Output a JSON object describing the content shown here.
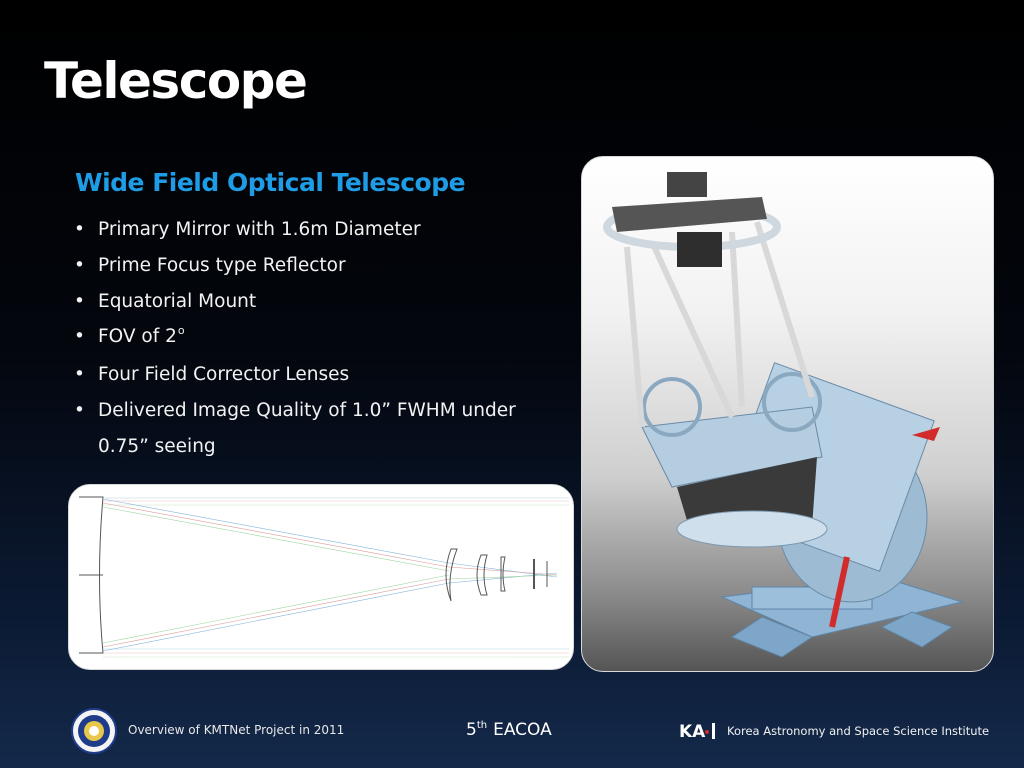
{
  "slide": {
    "title": "Telescope",
    "subtitle": "Wide Field Optical Telescope",
    "bullets": [
      {
        "text": "Primary Mirror with 1.6m Diameter"
      },
      {
        "text": "Prime Focus type Reflector"
      },
      {
        "text": "Equatorial Mount"
      },
      {
        "text": "FOV of 2",
        "sup": "o"
      },
      {
        "text": "Four Field Corrector Lenses"
      },
      {
        "text": "Delivered Image Quality of 1.0” FWHM under",
        "cont": "0.75” seeing"
      }
    ],
    "bullet_char": "•"
  },
  "footer": {
    "left": "Overview of KMTNet Project in 2011",
    "center_num": "5",
    "center_sup": "th",
    "center_text": "EACOA",
    "org_logo_text": "KA·I",
    "org_name": "Korea Astronomy and Space Science Institute"
  },
  "colors": {
    "subtitle": "#1e9de6",
    "telescope_body": "#a9c6dc",
    "telescope_accent": "#d22b2b"
  }
}
